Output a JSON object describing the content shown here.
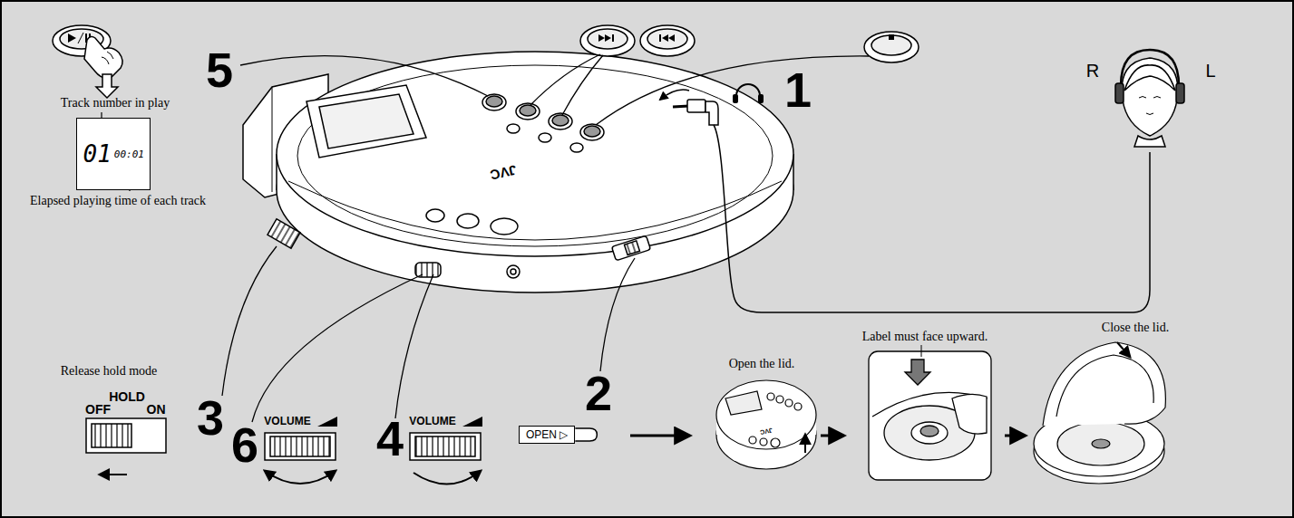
{
  "diagram": {
    "nodes": [
      {
        "text": [
          "01",
          "00:01"
        ]
      },
      {
        "text": [
          "OPEN ▷"
        ]
      }
    ],
    "labels": [
      "Track number in play",
      "Elapsed playing time of each track",
      "5",
      "1",
      "R",
      "L",
      "Release hold mode",
      "HOLD",
      "OFF",
      "ON",
      "3",
      "VOLUME",
      "6",
      "VOLUME",
      "4",
      "2",
      "Open the lid.",
      "Label must face upward.",
      "Close the lid.",
      "JVC",
      "JVC"
    ]
  }
}
